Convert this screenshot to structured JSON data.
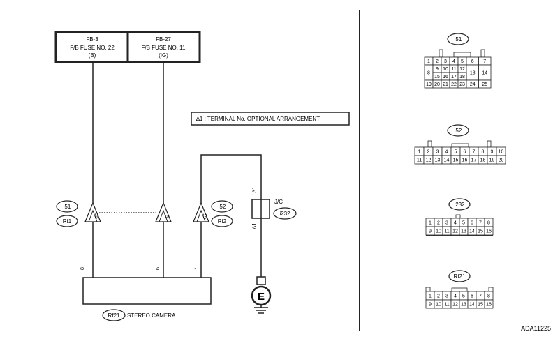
{
  "fuses": [
    {
      "id": "FB-3",
      "name": "F/B FUSE NO. 22",
      "type": "(B)"
    },
    {
      "id": "FB-27",
      "name": "F/B FUSE NO. 11",
      "type": "(IG)"
    }
  ],
  "note": "∆1 : TERMINAL No. OPTIONAL ARRANGEMENT",
  "connector_labels": {
    "i51": "i51",
    "rf1": "Rf1",
    "i52": "i52",
    "rf2": "Rf2",
    "i232": "i232",
    "rf21": "Rf21"
  },
  "pins": {
    "rf1_a": "25",
    "rf1_b": "6",
    "rf2": "19",
    "cam_a": "8",
    "cam_b": "6",
    "cam_c": "7"
  },
  "star_label": "∆1",
  "jc_label": "J/C",
  "camera_label": "STEREO CAMERA",
  "ground_letter": "E",
  "figure_code": "ADA11225",
  "connectors": {
    "i51": {
      "title": "i51",
      "rows": [
        [
          "1",
          "2",
          "3",
          "4",
          "5",
          "6",
          "7"
        ],
        [
          "8",
          "9",
          "10",
          "11",
          "12",
          "13",
          "14"
        ],
        [
          "15",
          "16",
          "17",
          "18"
        ],
        [
          "19",
          "20",
          "21",
          "22",
          "23",
          "24",
          "25"
        ]
      ]
    },
    "i52": {
      "title": "i52",
      "rows": [
        [
          "1",
          "2",
          "3",
          "4",
          "5",
          "6",
          "7",
          "8",
          "9",
          "10"
        ],
        [
          "11",
          "12",
          "13",
          "14",
          "15",
          "16",
          "17",
          "18",
          "19",
          "20"
        ]
      ]
    },
    "i232": {
      "title": "i232",
      "rows": [
        [
          "1",
          "2",
          "3",
          "4",
          "5",
          "6",
          "7",
          "8"
        ],
        [
          "9",
          "10",
          "11",
          "12",
          "13",
          "14",
          "15",
          "16"
        ]
      ]
    },
    "rf21": {
      "title": "Rf21",
      "rows": [
        [
          "1",
          "2",
          "3",
          "4",
          "5",
          "6",
          "7",
          "8"
        ],
        [
          "9",
          "10",
          "11",
          "12",
          "13",
          "14",
          "15",
          "16"
        ]
      ]
    }
  }
}
